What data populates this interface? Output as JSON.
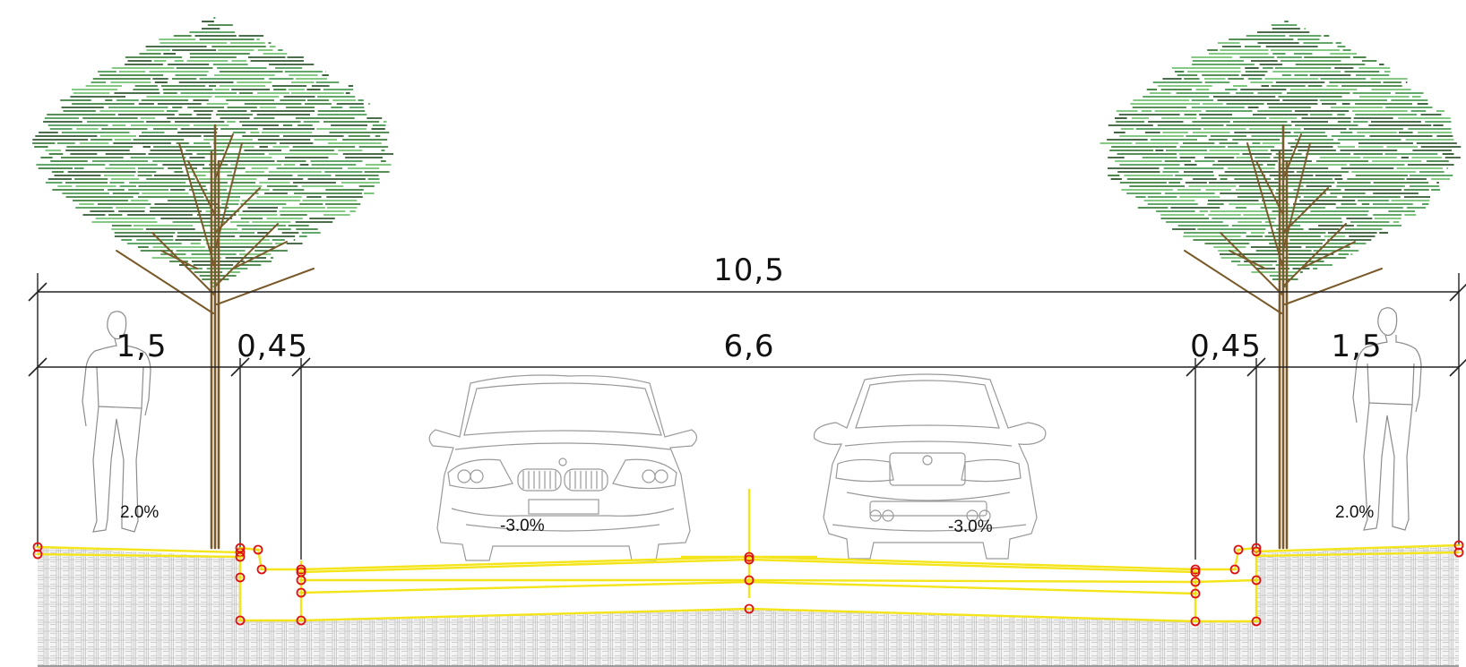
{
  "dimensions": {
    "total_width": "10,5",
    "left_sidewalk": "1,5",
    "left_curb": "0,45",
    "carriageway": "6,6",
    "right_curb": "0,45",
    "right_sidewalk": "1,5"
  },
  "slopes": {
    "left_sidewalk": "2.0%",
    "left_lane": "-3.0%",
    "right_lane": "-3.0%",
    "right_sidewalk": "2.0%"
  },
  "colors": {
    "road_layers": "#f4e51b",
    "vertex_markers": "#e01010",
    "foliage_dark": "#1f6b1f",
    "foliage_light": "#5cb85c",
    "trunk": "#7a5a2a",
    "ground_hatch": "#bdbdbd"
  },
  "icons": {
    "tree": "tree-icon",
    "person": "person-icon",
    "car_front": "car-front-icon",
    "car_rear": "car-rear-icon"
  }
}
